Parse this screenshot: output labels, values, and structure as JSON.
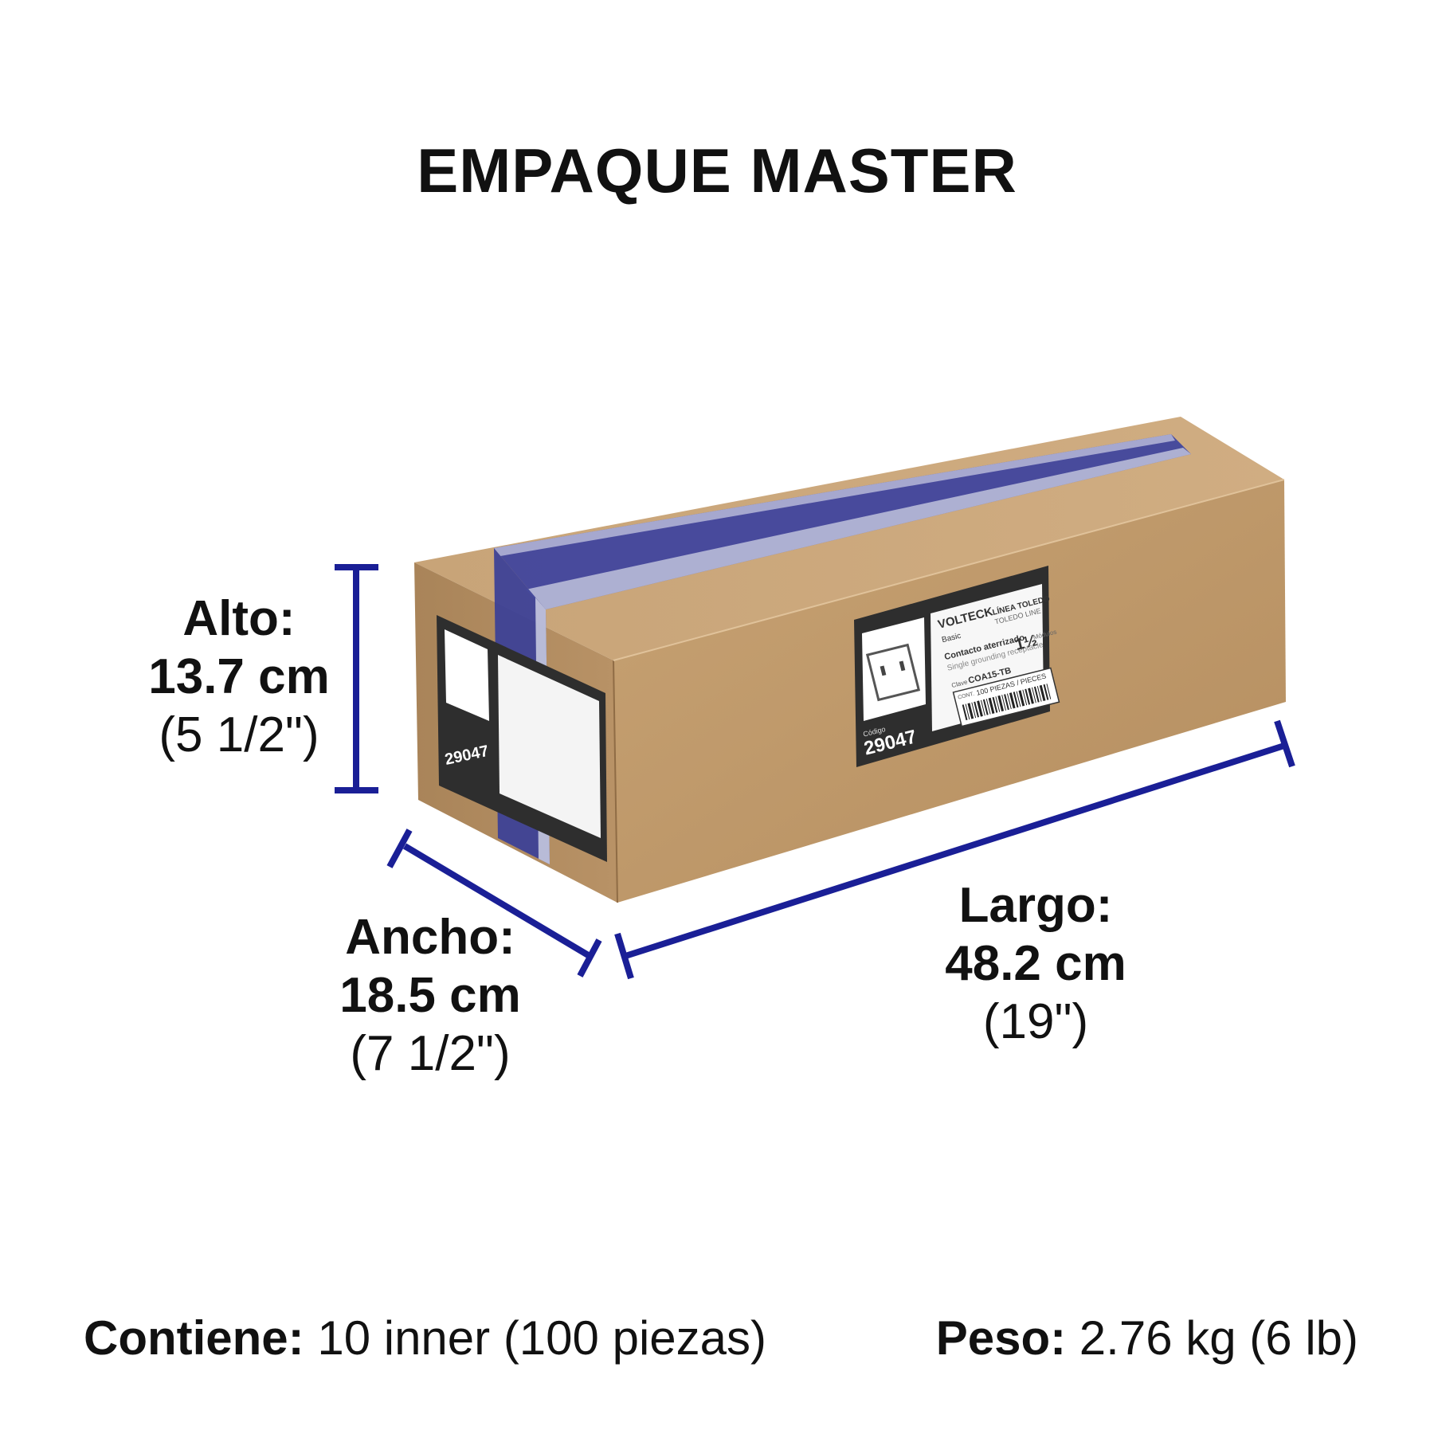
{
  "title": "EMPAQUE MASTER",
  "dimensions": {
    "alto": {
      "label": "Alto:",
      "value": "13.7 cm",
      "imperial": "(5 1/2\")"
    },
    "ancho": {
      "label": "Ancho:",
      "value": "18.5 cm",
      "imperial": "(7 1/2\")"
    },
    "largo": {
      "label": "Largo:",
      "value": "48.2 cm",
      "imperial": "(19\")"
    }
  },
  "box_labels": {
    "brand": "VOLTECK",
    "sub_brand": "Basic",
    "line_es": "LÍNEA TOLEDO",
    "line_en": "TOLEDO LINE",
    "product_es": "Contacto aterrizado",
    "product_en": "Single grounding receptacle",
    "modules": "1½",
    "modules_label": "Módulos",
    "clave_label": "Clave",
    "clave": "COA15-TB",
    "cont_label": "CONT.",
    "pieces": "100 PIEZAS / PIECES",
    "code_label": "Código",
    "code": "29047"
  },
  "footer": {
    "contents_key": "Contiene:",
    "contents_value": " 10 inner (100 piezas)",
    "weight_key": "Peso:",
    "weight_value": " 2.76 kg (6 lb)"
  },
  "colors": {
    "dimension_line": "#1a1f96",
    "tape": "#3b3f9c",
    "cardboard_front": "#c09a6c",
    "cardboard_side": "#a9865c",
    "cardboard_top": "#cba67a",
    "label_bg": "#2f2f2f"
  }
}
